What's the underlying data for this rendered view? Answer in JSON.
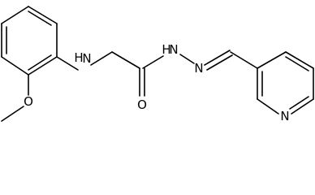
{
  "atoms": {
    "amine_n": "N",
    "amine_h": "H",
    "methoxy_o": "O",
    "carbonyl_o": "O",
    "hydrazide_n": "N",
    "hydrazide_h": "H",
    "imine_n": "N",
    "pyridine_n": "N"
  }
}
